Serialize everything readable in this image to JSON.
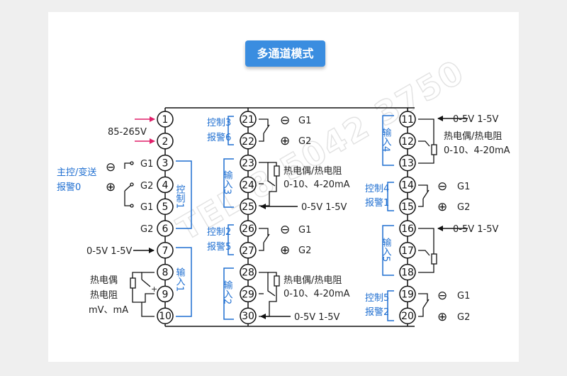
{
  "title": "多通道模式",
  "watermark": "TEL 8 5042 3750",
  "left": {
    "power_label": "85-265V",
    "main_control_alarm": [
      "主控/变送",
      "报警0"
    ],
    "control_bracket": "控制1",
    "input_bracket": "输入1",
    "input_source": "0-5V 1-5V",
    "sensor_types": [
      "热电偶",
      "热电阻",
      "mV、mA"
    ],
    "g1_label": "G1",
    "g2_label": "G2",
    "plus_label": "+",
    "minus_symbol": "⊖",
    "plus_symbol": "⊕"
  },
  "middle": {
    "ctrl_groups": [
      {
        "labels": [
          "控制3",
          "报警6"
        ]
      },
      {
        "labels": [
          "控制2",
          "报警5"
        ]
      }
    ],
    "input_groups": [
      {
        "bracket": "输入3",
        "sensor": "热电偶/热电阻",
        "range": "0-10、4-20mA",
        "voltage": "0-5V 1-5V"
      },
      {
        "bracket": "输入2",
        "sensor": "热电偶/热电阻",
        "range": "0-10、4-20mA",
        "voltage": "0-5V 1-5V"
      }
    ],
    "g1_label": "G1",
    "g2_label": "G2"
  },
  "right": {
    "input_groups": [
      {
        "bracket": "输入4",
        "sensor": "热电偶/热电阻",
        "range": "0-10、4-20mA",
        "voltage": "0-5V 1-5V"
      },
      {
        "bracket": "输入5",
        "voltage": "0-5V 1-5V"
      }
    ],
    "ctrl_groups": [
      {
        "labels": [
          "控制4",
          "报警1"
        ]
      },
      {
        "labels": [
          "控制5",
          "报警2"
        ]
      }
    ],
    "g1_label": "G1",
    "g2_label": "G2"
  },
  "terminals": {
    "left": [
      "1",
      "2",
      "3",
      "4",
      "5",
      "6",
      "7",
      "8",
      "9",
      "10"
    ],
    "middle": [
      "21",
      "22",
      "23",
      "24",
      "25",
      "26",
      "27",
      "28",
      "29",
      "30"
    ],
    "right": [
      "11",
      "12",
      "13",
      "14",
      "15",
      "16",
      "17",
      "18",
      "19",
      "20"
    ]
  },
  "colors": {
    "accent": "#3a8de0",
    "label_blue": "#1f6fd1",
    "arrow_red": "#e0206a",
    "background": "#efefef"
  }
}
